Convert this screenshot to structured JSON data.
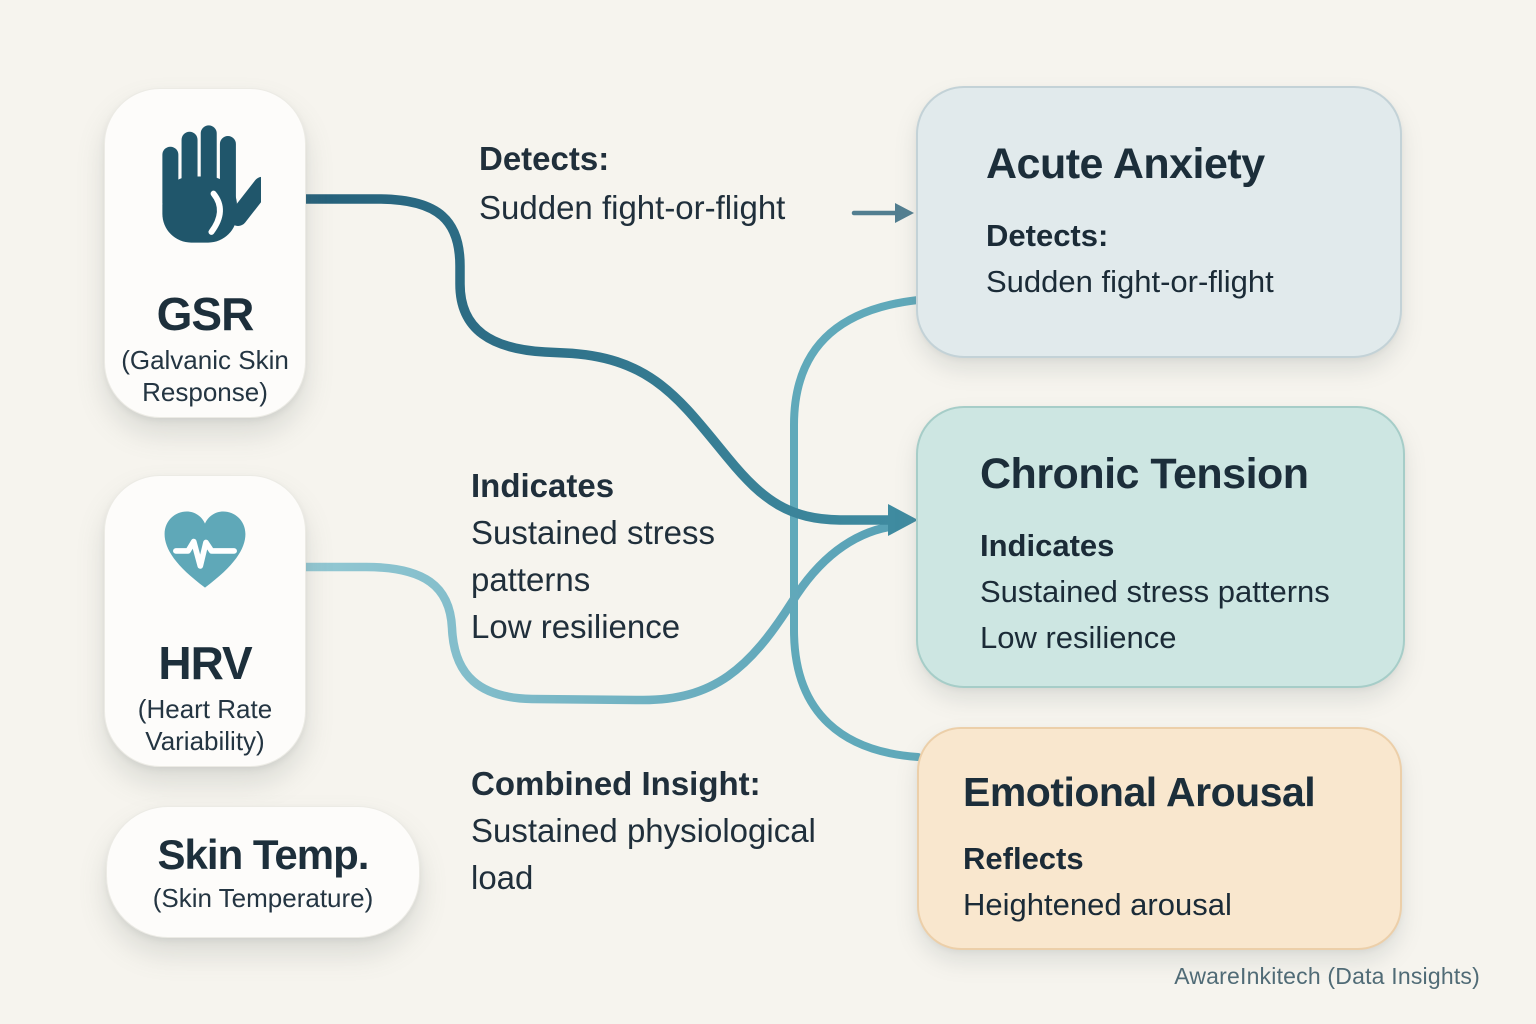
{
  "palette": {
    "background": "#f6f4ee",
    "card_bg": "#fdfcfa",
    "text_dark": "#1b2b37",
    "footer_text": "#506b76",
    "gsr_line_start": "#25607a",
    "gsr_line_end": "#3f8ba0",
    "hrv_line_start": "#93c8d3",
    "hrv_line_end": "#57a1b5",
    "bridge_line": "#60a9ba",
    "small_arrow": "#527e90",
    "hand_icon": "#20566b",
    "heart_icon": "#5fa8b8",
    "acute_bg": "#e1eaec",
    "acute_border": "#c3d2d7",
    "chronic_bg": "#cde6e2",
    "chronic_border": "#a6cdc8",
    "arousal_bg": "#f9e7ce",
    "arousal_border": "#eccfa9"
  },
  "sources": [
    {
      "title": "GSR",
      "subtitle": "(Galvanic Skin Response)",
      "icon": "hand-icon"
    },
    {
      "title": "HRV",
      "subtitle": "(Heart Rate Variability)",
      "icon": "heart-pulse-icon"
    },
    {
      "title": "Skin Temp.",
      "subtitle": "(Skin Temperature)"
    }
  ],
  "edge_labels": [
    {
      "heading": "Detects:",
      "line1": "Sudden fight-or-flight"
    },
    {
      "heading": "Indicates",
      "line1": "Sustained stress",
      "line2": "patterns",
      "line3": "Low resilience"
    },
    {
      "heading": "Combined Insight:",
      "line1": "Sustained physiological",
      "line2": "load"
    }
  ],
  "outcomes": [
    {
      "title": "Acute Anxiety",
      "heading": "Detects:",
      "line1": "Sudden fight-or-flight"
    },
    {
      "title": "Chronic Tension",
      "heading": "Indicates",
      "line1": "Sustained stress patterns",
      "line2": "Low resilience"
    },
    {
      "title": "Emotional Arousal",
      "heading": "Reflects",
      "line1": "Heightened arousal"
    }
  ],
  "footer": {
    "credit": "AwareInkitech  (Data Insights)"
  }
}
